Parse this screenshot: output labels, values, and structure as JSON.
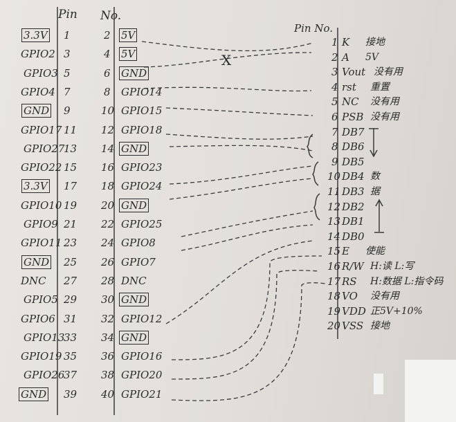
{
  "header": {
    "left_pin": "Pin",
    "left_no": "No.",
    "right_pin_no": "Pin No."
  },
  "left_rows": [
    {
      "odd_name": "3.3V",
      "odd_no": "1",
      "even_no": "2",
      "even_name": "5V",
      "boxed_odd": true,
      "boxed_even": true
    },
    {
      "odd_name": "GPIO2",
      "odd_no": "3",
      "even_no": "4",
      "even_name": "5V",
      "boxed_odd": false,
      "boxed_even": true
    },
    {
      "odd_name": "GPIO3",
      "odd_no": "5",
      "even_no": "6",
      "even_name": "GND",
      "boxed_odd": false,
      "boxed_even": true
    },
    {
      "odd_name": "GPIO4",
      "odd_no": "7",
      "even_no": "8",
      "even_name": "GPIO14",
      "boxed_odd": false,
      "boxed_even": false
    },
    {
      "odd_name": "GND",
      "odd_no": "9",
      "even_no": "10",
      "even_name": "GPIO15",
      "boxed_odd": true,
      "boxed_even": false
    },
    {
      "odd_name": "GPIO17",
      "odd_no": "11",
      "even_no": "12",
      "even_name": "GPIO18",
      "boxed_odd": false,
      "boxed_even": false
    },
    {
      "odd_name": "GPIO27",
      "odd_no": "13",
      "even_no": "14",
      "even_name": "GND",
      "boxed_odd": false,
      "boxed_even": true
    },
    {
      "odd_name": "GPIO22",
      "odd_no": "15",
      "even_no": "16",
      "even_name": "GPIO23",
      "boxed_odd": false,
      "boxed_even": false
    },
    {
      "odd_name": "3.3V",
      "odd_no": "17",
      "even_no": "18",
      "even_name": "GPIO24",
      "boxed_odd": true,
      "boxed_even": false
    },
    {
      "odd_name": "GPIO10",
      "odd_no": "19",
      "even_no": "20",
      "even_name": "GND",
      "boxed_odd": false,
      "boxed_even": true
    },
    {
      "odd_name": "GPIO9",
      "odd_no": "21",
      "even_no": "22",
      "even_name": "GPIO25",
      "boxed_odd": false,
      "boxed_even": false
    },
    {
      "odd_name": "GPIO11",
      "odd_no": "23",
      "even_no": "24",
      "even_name": "GPIO8",
      "boxed_odd": false,
      "boxed_even": false
    },
    {
      "odd_name": "GND",
      "odd_no": "25",
      "even_no": "26",
      "even_name": "GPIO7",
      "boxed_odd": true,
      "boxed_even": false
    },
    {
      "odd_name": "DNC",
      "odd_no": "27",
      "even_no": "28",
      "even_name": "DNC",
      "boxed_odd": false,
      "boxed_even": false
    },
    {
      "odd_name": "GPIO5",
      "odd_no": "29",
      "even_no": "30",
      "even_name": "GND",
      "boxed_odd": false,
      "boxed_even": true
    },
    {
      "odd_name": "GPIO6",
      "odd_no": "31",
      "even_no": "32",
      "even_name": "GPIO12",
      "boxed_odd": false,
      "boxed_even": false
    },
    {
      "odd_name": "GPIO13",
      "odd_no": "33",
      "even_no": "34",
      "even_name": "GND",
      "boxed_odd": false,
      "boxed_even": true
    },
    {
      "odd_name": "GPIO19",
      "odd_no": "35",
      "even_no": "36",
      "even_name": "GPIO16",
      "boxed_odd": false,
      "boxed_even": false
    },
    {
      "odd_name": "GPIO26",
      "odd_no": "37",
      "even_no": "38",
      "even_name": "GPIO20",
      "boxed_odd": false,
      "boxed_even": false
    },
    {
      "odd_name": "GND",
      "odd_no": "39",
      "even_no": "40",
      "even_name": "GPIO21",
      "boxed_odd": true,
      "boxed_even": false
    }
  ],
  "right_rows": [
    {
      "no": "1",
      "name": "K",
      "note": "接地"
    },
    {
      "no": "2",
      "name": "A",
      "note": "5V"
    },
    {
      "no": "3",
      "name": "Vout",
      "note": "没有用"
    },
    {
      "no": "4",
      "name": "rst",
      "note": "重置"
    },
    {
      "no": "5",
      "name": "NC",
      "note": "没有用"
    },
    {
      "no": "6",
      "name": "PSB",
      "note": "没有用"
    },
    {
      "no": "7",
      "name": "DB7",
      "note": ""
    },
    {
      "no": "8",
      "name": "DB6",
      "note": ""
    },
    {
      "no": "9",
      "name": "DB5",
      "note": ""
    },
    {
      "no": "10",
      "name": "DB4",
      "note": "数"
    },
    {
      "no": "11",
      "name": "DB3",
      "note": "据"
    },
    {
      "no": "12",
      "name": "DB2",
      "note": ""
    },
    {
      "no": "13",
      "name": "DB1",
      "note": ""
    },
    {
      "no": "14",
      "name": "DB0",
      "note": ""
    },
    {
      "no": "15",
      "name": "E",
      "note": "使能"
    },
    {
      "no": "16",
      "name": "R/W",
      "note": "H:读 L:写"
    },
    {
      "no": "17",
      "name": "RS",
      "note": "H:数据 L:指令码"
    },
    {
      "no": "18",
      "name": "VO",
      "note": "没有用"
    },
    {
      "no": "19",
      "name": "VDD",
      "note": "正5V+10%"
    },
    {
      "no": "20",
      "name": "VSS",
      "note": "接地"
    }
  ],
  "cross_mark": "X"
}
